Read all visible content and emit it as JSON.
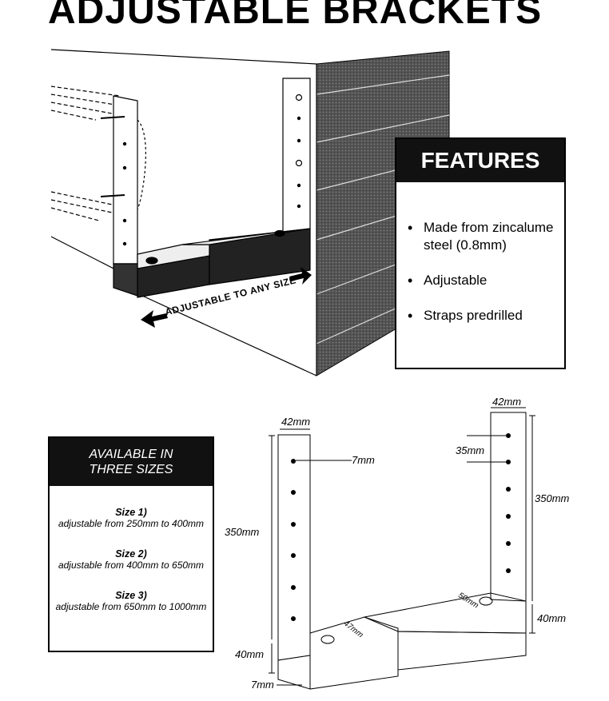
{
  "title": "ADJUSTABLE BRACKETS",
  "features": {
    "heading": "FEATURES",
    "items": [
      "Made from zincalume steel (0.8mm)",
      "Adjustable",
      "Straps predrilled"
    ]
  },
  "illustration": {
    "arrow_label": "ADJUSTABLE TO ANY SIZE"
  },
  "sizes": {
    "heading_line1": "AVAILABLE IN",
    "heading_line2": "THREE SIZES",
    "items": [
      {
        "name": "Size 1)",
        "range": "adjustable from 250mm to 400mm"
      },
      {
        "name": "Size 2)",
        "range": "adjustable from 400mm to 650mm"
      },
      {
        "name": "Size 3)",
        "range": "adjustable from 650mm to 1000mm"
      }
    ]
  },
  "dimensions": {
    "left_width": "42mm",
    "hole_dia": "7mm",
    "left_height": "350mm",
    "left_base": "40mm",
    "left_lip": "7mm",
    "arm_left": "47mm",
    "arm_right": "50mm",
    "right_width": "42mm",
    "hole_spacing": "35mm",
    "right_height": "350mm",
    "right_base": "40mm"
  }
}
